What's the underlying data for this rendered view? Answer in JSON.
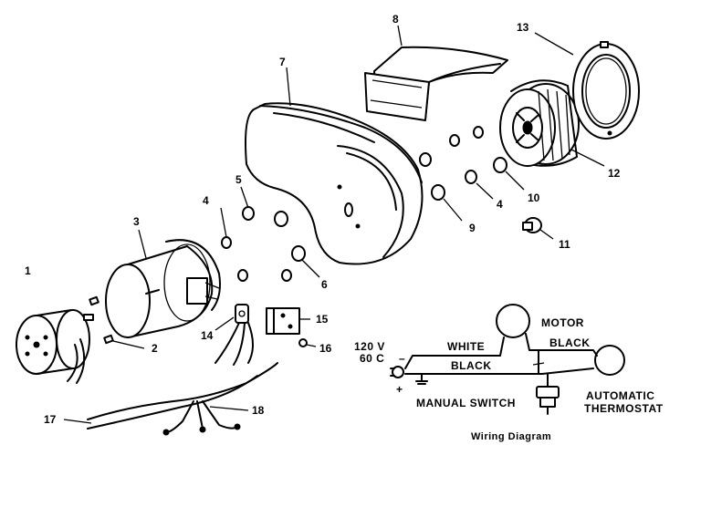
{
  "parts": {
    "p1": "1",
    "p2": "2",
    "p3": "3",
    "p4a": "4",
    "p4b": "4",
    "p5": "5",
    "p6": "6",
    "p7": "7",
    "p8": "8",
    "p9": "9",
    "p10": "10",
    "p11": "11",
    "p12": "12",
    "p13": "13",
    "p14": "14",
    "p15": "15",
    "p16": "16",
    "p17": "17",
    "p18": "18"
  },
  "wiring": {
    "voltage": "120 V",
    "frequency": "60 C",
    "motor": "MOTOR",
    "white": "WHITE",
    "black_top": "BLACK",
    "black_bottom": "BLACK",
    "manual_switch": "MANUAL  SWITCH",
    "automatic": "AUTOMATIC",
    "thermostat": "THERMOSTAT",
    "caption": "Wiring Diagram",
    "minus": "–",
    "plus": "+"
  },
  "colors": {
    "ink": "#000000",
    "paper": "#ffffff"
  }
}
